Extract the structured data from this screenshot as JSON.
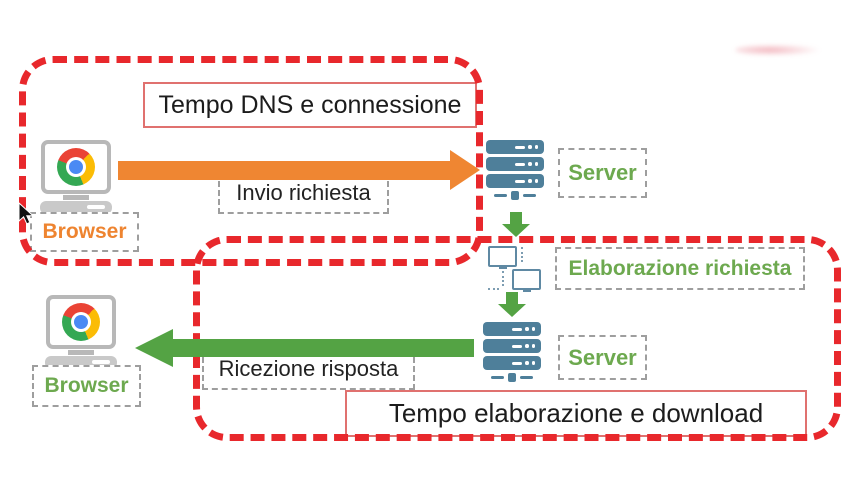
{
  "titles": {
    "dns_connection": "Tempo DNS e connessione",
    "elaboration_download": "Tempo elaborazione e download"
  },
  "nodes": {
    "browser_top": {
      "label": "Browser"
    },
    "browser_bottom": {
      "label": "Browser"
    },
    "server_top": {
      "label": "Server"
    },
    "server_bottom": {
      "label": "Server"
    },
    "processing": {
      "label": "Elaborazione richiesta"
    }
  },
  "arrows": {
    "request": {
      "label": "Invio richiesta",
      "direction": "right"
    },
    "response": {
      "label": "Ricezione risposta",
      "direction": "left"
    },
    "server_to_processing": {
      "direction": "down"
    },
    "processing_to_server": {
      "direction": "down"
    }
  },
  "colors": {
    "group_outline_red": "#e8282c",
    "title_border_red": "#e0716f",
    "request_orange": "#ef8632",
    "response_green": "#54a344",
    "label_green": "#6da94f",
    "label_orange": "#ee8430",
    "server_blue": "#4e7f9a",
    "dashed_label_border_gray": "#9e9e9e"
  }
}
